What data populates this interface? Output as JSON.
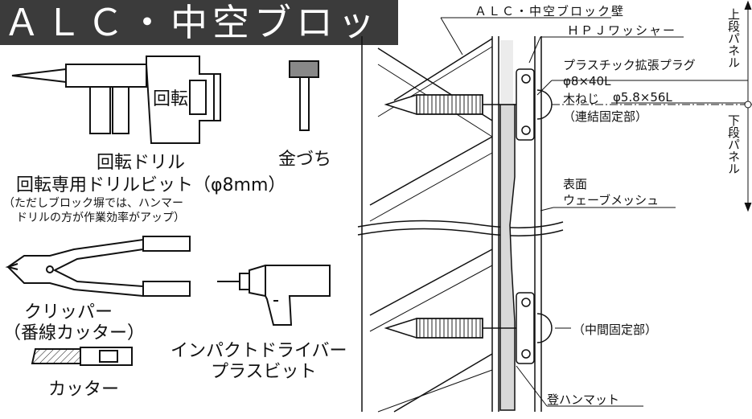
{
  "title": "ＡＬＣ・中空ブロック",
  "tools": {
    "rotary_drill": {
      "body_label": "回転",
      "name": "回転ドリル",
      "bit": "回転専用ドリルビット（φ8mm）",
      "note_line1": "（ただしブロック塀では、ハンマー",
      "note_line2": "ドリルの方が作業効率がアップ）"
    },
    "hammer": {
      "name": "金づち"
    },
    "clipper": {
      "name_line1": "クリッパー",
      "name_line2": "（番線カッター）"
    },
    "impact_driver": {
      "name_line1": "インパクトドライバー",
      "name_line2": "プラスビット"
    },
    "cutter": {
      "name": "カッター"
    }
  },
  "diagram": {
    "wall_label": "ＡＬＣ・中空ブロック壁",
    "washer_label": "ＨＰＪワッシャー",
    "plug_label": "プラスチック拡張プラグ",
    "plug_size": "φ8×40L",
    "screw_label": "木ねじ",
    "screw_size": "φ5.8×56L",
    "connect_fix": "（連結固定部）",
    "surface_label": "表面",
    "mesh_label": "ウェーブメッシュ",
    "middle_fix": "（中間固定部）",
    "mat_label": "登ハンマット",
    "upper_panel": "上段パネル",
    "lower_panel": "下段パネル"
  }
}
